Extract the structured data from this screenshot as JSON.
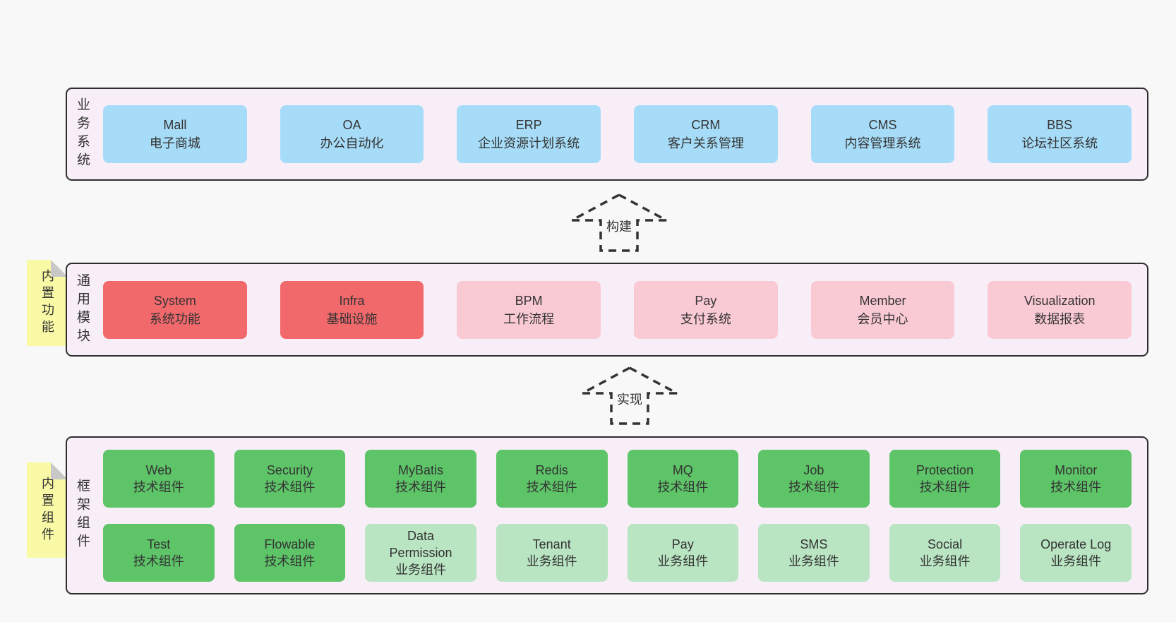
{
  "colors": {
    "page_bg": "#f8f8f8",
    "panel_bg": "#f8eef7",
    "panel_border": "#2e2e2e",
    "box_blue": "#a7dcf8",
    "box_red": "#f2696c",
    "box_pink": "#facad4",
    "box_green_dark": "#5ec468",
    "box_green_light": "#b9e5c2",
    "tag_yellow": "#f9f9a6",
    "tag_fold_gray": "#c8c8c8",
    "text": "#333333"
  },
  "arrows": [
    {
      "label": "构建"
    },
    {
      "label": "实现"
    }
  ],
  "panels": [
    {
      "label": "业务系统",
      "boxes": [
        {
          "en": "Mall",
          "zh": "电子商城"
        },
        {
          "en": "OA",
          "zh": "办公自动化"
        },
        {
          "en": "ERP",
          "zh": "企业资源计划系统"
        },
        {
          "en": "CRM",
          "zh": "客户关系管理"
        },
        {
          "en": "CMS",
          "zh": "内容管理系统"
        },
        {
          "en": "BBS",
          "zh": "论坛社区系统"
        }
      ]
    },
    {
      "label": "通用模块",
      "tag": "内置功能",
      "boxes": [
        {
          "en": "System",
          "zh": "系统功能"
        },
        {
          "en": "Infra",
          "zh": "基础设施"
        },
        {
          "en": "BPM",
          "zh": "工作流程"
        },
        {
          "en": "Pay",
          "zh": "支付系统"
        },
        {
          "en": "Member",
          "zh": "会员中心"
        },
        {
          "en": "Visualization",
          "zh": "数据报表"
        }
      ]
    },
    {
      "label": "框架组件",
      "tag": "内置组件",
      "row1": [
        {
          "en": "Web",
          "zh": "技术组件"
        },
        {
          "en": "Security",
          "zh": "技术组件"
        },
        {
          "en": "MyBatis",
          "zh": "技术组件"
        },
        {
          "en": "Redis",
          "zh": "技术组件"
        },
        {
          "en": "MQ",
          "zh": "技术组件"
        },
        {
          "en": "Job",
          "zh": "技术组件"
        },
        {
          "en": "Protection",
          "zh": "技术组件"
        },
        {
          "en": "Monitor",
          "zh": "技术组件"
        }
      ],
      "row2": [
        {
          "en": "Test",
          "zh": "技术组件"
        },
        {
          "en": "Flowable",
          "zh": "技术组件"
        },
        {
          "en": "Data Permission",
          "zh": "业务组件"
        },
        {
          "en": "Tenant",
          "zh": "业务组件"
        },
        {
          "en": "Pay",
          "zh": "业务组件"
        },
        {
          "en": "SMS",
          "zh": "业务组件"
        },
        {
          "en": "Social",
          "zh": "业务组件"
        },
        {
          "en": "Operate Log",
          "zh": "业务组件"
        }
      ]
    }
  ]
}
